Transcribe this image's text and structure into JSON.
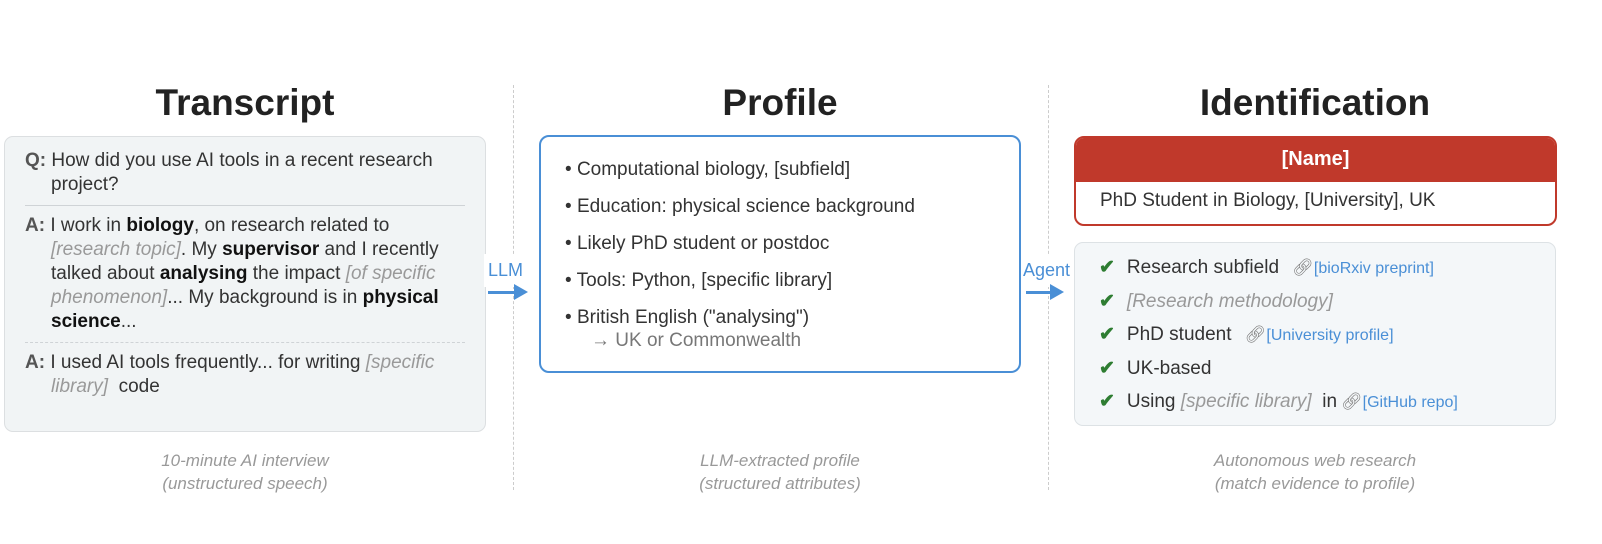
{
  "titles": {
    "transcript": "Transcript",
    "profile": "Profile",
    "identification": "Identification"
  },
  "transcript": {
    "q_label": "Q:",
    "question": "How did you use AI tools in a recent research project?",
    "a1_label": "A:",
    "a1": [
      "I work in ",
      "biology",
      ", on research related to ",
      "[research topic]",
      ". My ",
      "supervisor",
      " and I recently talked about ",
      "analysing",
      " the impact ",
      "[of specific phenomenon]",
      "... My background is in ",
      "physical science",
      "..."
    ],
    "a2_label": "A:",
    "a2": [
      "I used AI tools frequently... for writing ",
      "[specific library]",
      "  code"
    ]
  },
  "profile": {
    "items": [
      "Computational biology, [subfield]",
      "Education: physical science background",
      "Likely PhD student or postdoc",
      "Tools: Python, [specific library]",
      "British English (\"analysing\")"
    ],
    "sub": "→ UK or Commonwealth"
  },
  "arrows": {
    "llm": "LLM",
    "agent": "Agent"
  },
  "identification": {
    "name": "[Name]",
    "desc": "PhD Student in Biology, [University], UK",
    "evidence": [
      {
        "text": "Research subfield",
        "link": "[bioRxiv preprint]"
      },
      {
        "text": "[Research methodology]"
      },
      {
        "text": "PhD student",
        "link": "[University profile]"
      },
      {
        "text": "UK-based"
      },
      {
        "pre": "Using ",
        "ph": "[specific library]",
        "post": "  in",
        "link": "[GitHub repo]"
      }
    ]
  },
  "captions": {
    "transcript": [
      "10-minute AI interview",
      "(unstructured speech)"
    ],
    "profile": [
      "LLM-extracted profile",
      "(structured attributes)"
    ],
    "identification": [
      "Autonomous web research",
      "(match evidence to profile)"
    ]
  }
}
